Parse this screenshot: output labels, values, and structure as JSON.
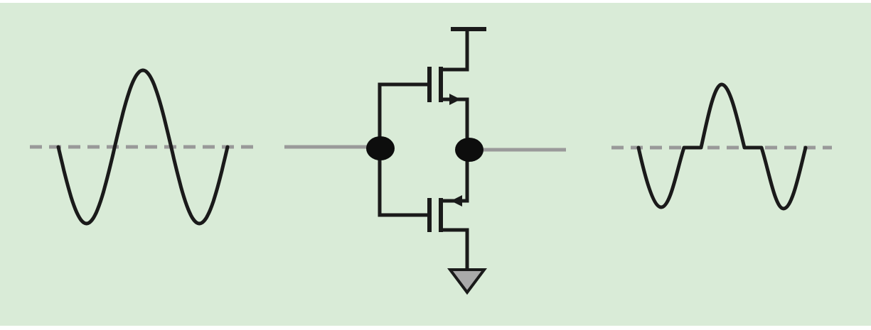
{
  "diagram": {
    "colors": {
      "background": "#d9ebd7",
      "wire": "#1a1a1a",
      "signal_line": "#9a9a9a",
      "dashed_axis": "#999999",
      "ground_fill": "#a9a9a9",
      "node": "#0d0d0d"
    },
    "components": {
      "input_waveform": "sine-wave",
      "circuit": "cmos-inverter",
      "output_waveform": "clipped-sine-wave-with-dead-zone"
    }
  }
}
